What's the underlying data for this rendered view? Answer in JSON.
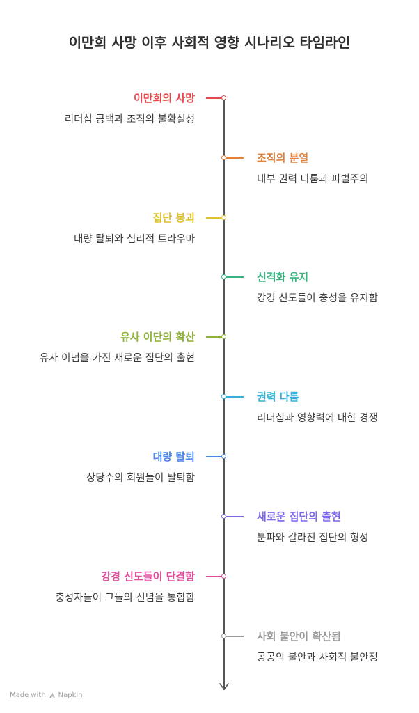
{
  "title": "이만희 사망 이후 사회적 영향 시나리오 타임라인",
  "events": [
    {
      "title": "이만희의 사망",
      "desc": "리더십 공백과 조직의 불확실성",
      "color": "#e5484d"
    },
    {
      "title": "조직의 분열",
      "desc": "내부 권력 다툼과 파벌주의",
      "color": "#e2823a"
    },
    {
      "title": "집단 붕괴",
      "desc": "대량 탈퇴와 심리적 트라우마",
      "color": "#e0c02e"
    },
    {
      "title": "신격화 유지",
      "desc": "강경 신도들이 충성을 유지함",
      "color": "#37b37e"
    },
    {
      "title": "유사 이단의 확산",
      "desc": "유사 이념을 가진 새로운 집단의 출현",
      "color": "#8fb33a"
    },
    {
      "title": "권력 다툼",
      "desc": "리더십과 영향력에 대한 경쟁",
      "color": "#33b2d8"
    },
    {
      "title": "대량 탈퇴",
      "desc": "상당수의 회원들이 탈퇴함",
      "color": "#4a86e8"
    },
    {
      "title": "새로운 집단의 출현",
      "desc": "분파와 갈라진 집단의 형성",
      "color": "#7b67e8"
    },
    {
      "title": "강경 신도들이 단결함",
      "desc": "충성자들이 그들의 신념을 통합함",
      "color": "#e04b9a"
    },
    {
      "title": "사회 불안이 확산됨",
      "desc": "공공의 불안과 사회적 불안정",
      "color": "#9a9a9a"
    }
  ],
  "footer": {
    "made_with": "Made with",
    "brand": "Napkin",
    "logo_icon": "napkin-logo-icon"
  }
}
